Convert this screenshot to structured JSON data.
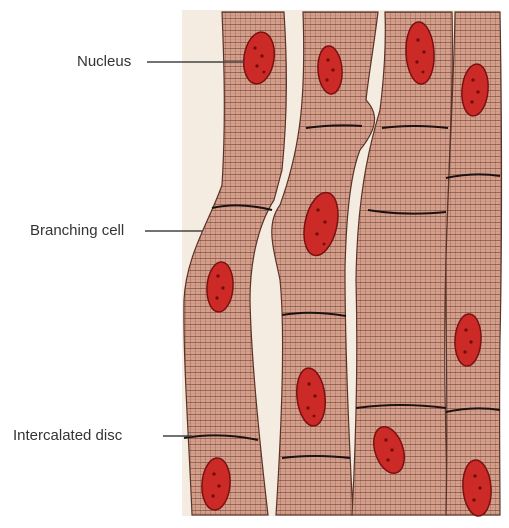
{
  "labels": {
    "nucleus": "Nucleus",
    "branching_cell": "Branching cell",
    "intercalated_disc": "Intercalated disc"
  },
  "colors": {
    "background": "#f4ece0",
    "cell_fill": "#d4a08c",
    "striation": "#6b3a2e",
    "disc": "#1c1010",
    "nucleus_fill": "#cc2a26",
    "nucleus_edge": "#7a1010",
    "nucleus_dots": "#6e0c0c",
    "leader_line": "#444444"
  }
}
